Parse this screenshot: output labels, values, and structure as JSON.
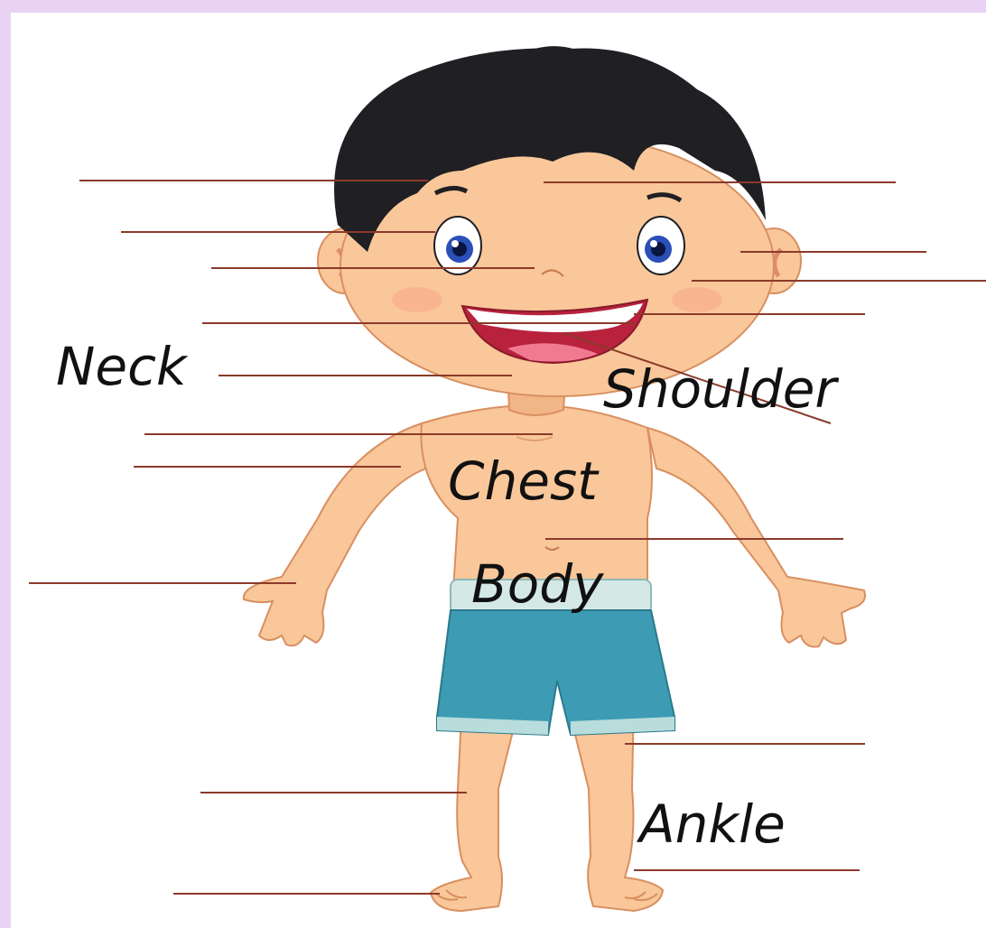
{
  "worksheet": {
    "labels": {
      "neck": "Neck",
      "shoulder": "Shoulder",
      "chest": "Chest",
      "body": "Body",
      "ankle": "Ankle"
    },
    "colors": {
      "page_border": "#e8d3f5",
      "background": "#ffffff",
      "label_line": "#8b3a2a",
      "skin": "#f9c79a",
      "hair": "#1f1f24",
      "shorts": "#3d9cb3",
      "waistband": "#d4e8e6",
      "mouth": "#b8223d",
      "tongue": "#f07a92",
      "iris": "#2a4fb8"
    },
    "icons": [
      "boy-illustration"
    ]
  }
}
